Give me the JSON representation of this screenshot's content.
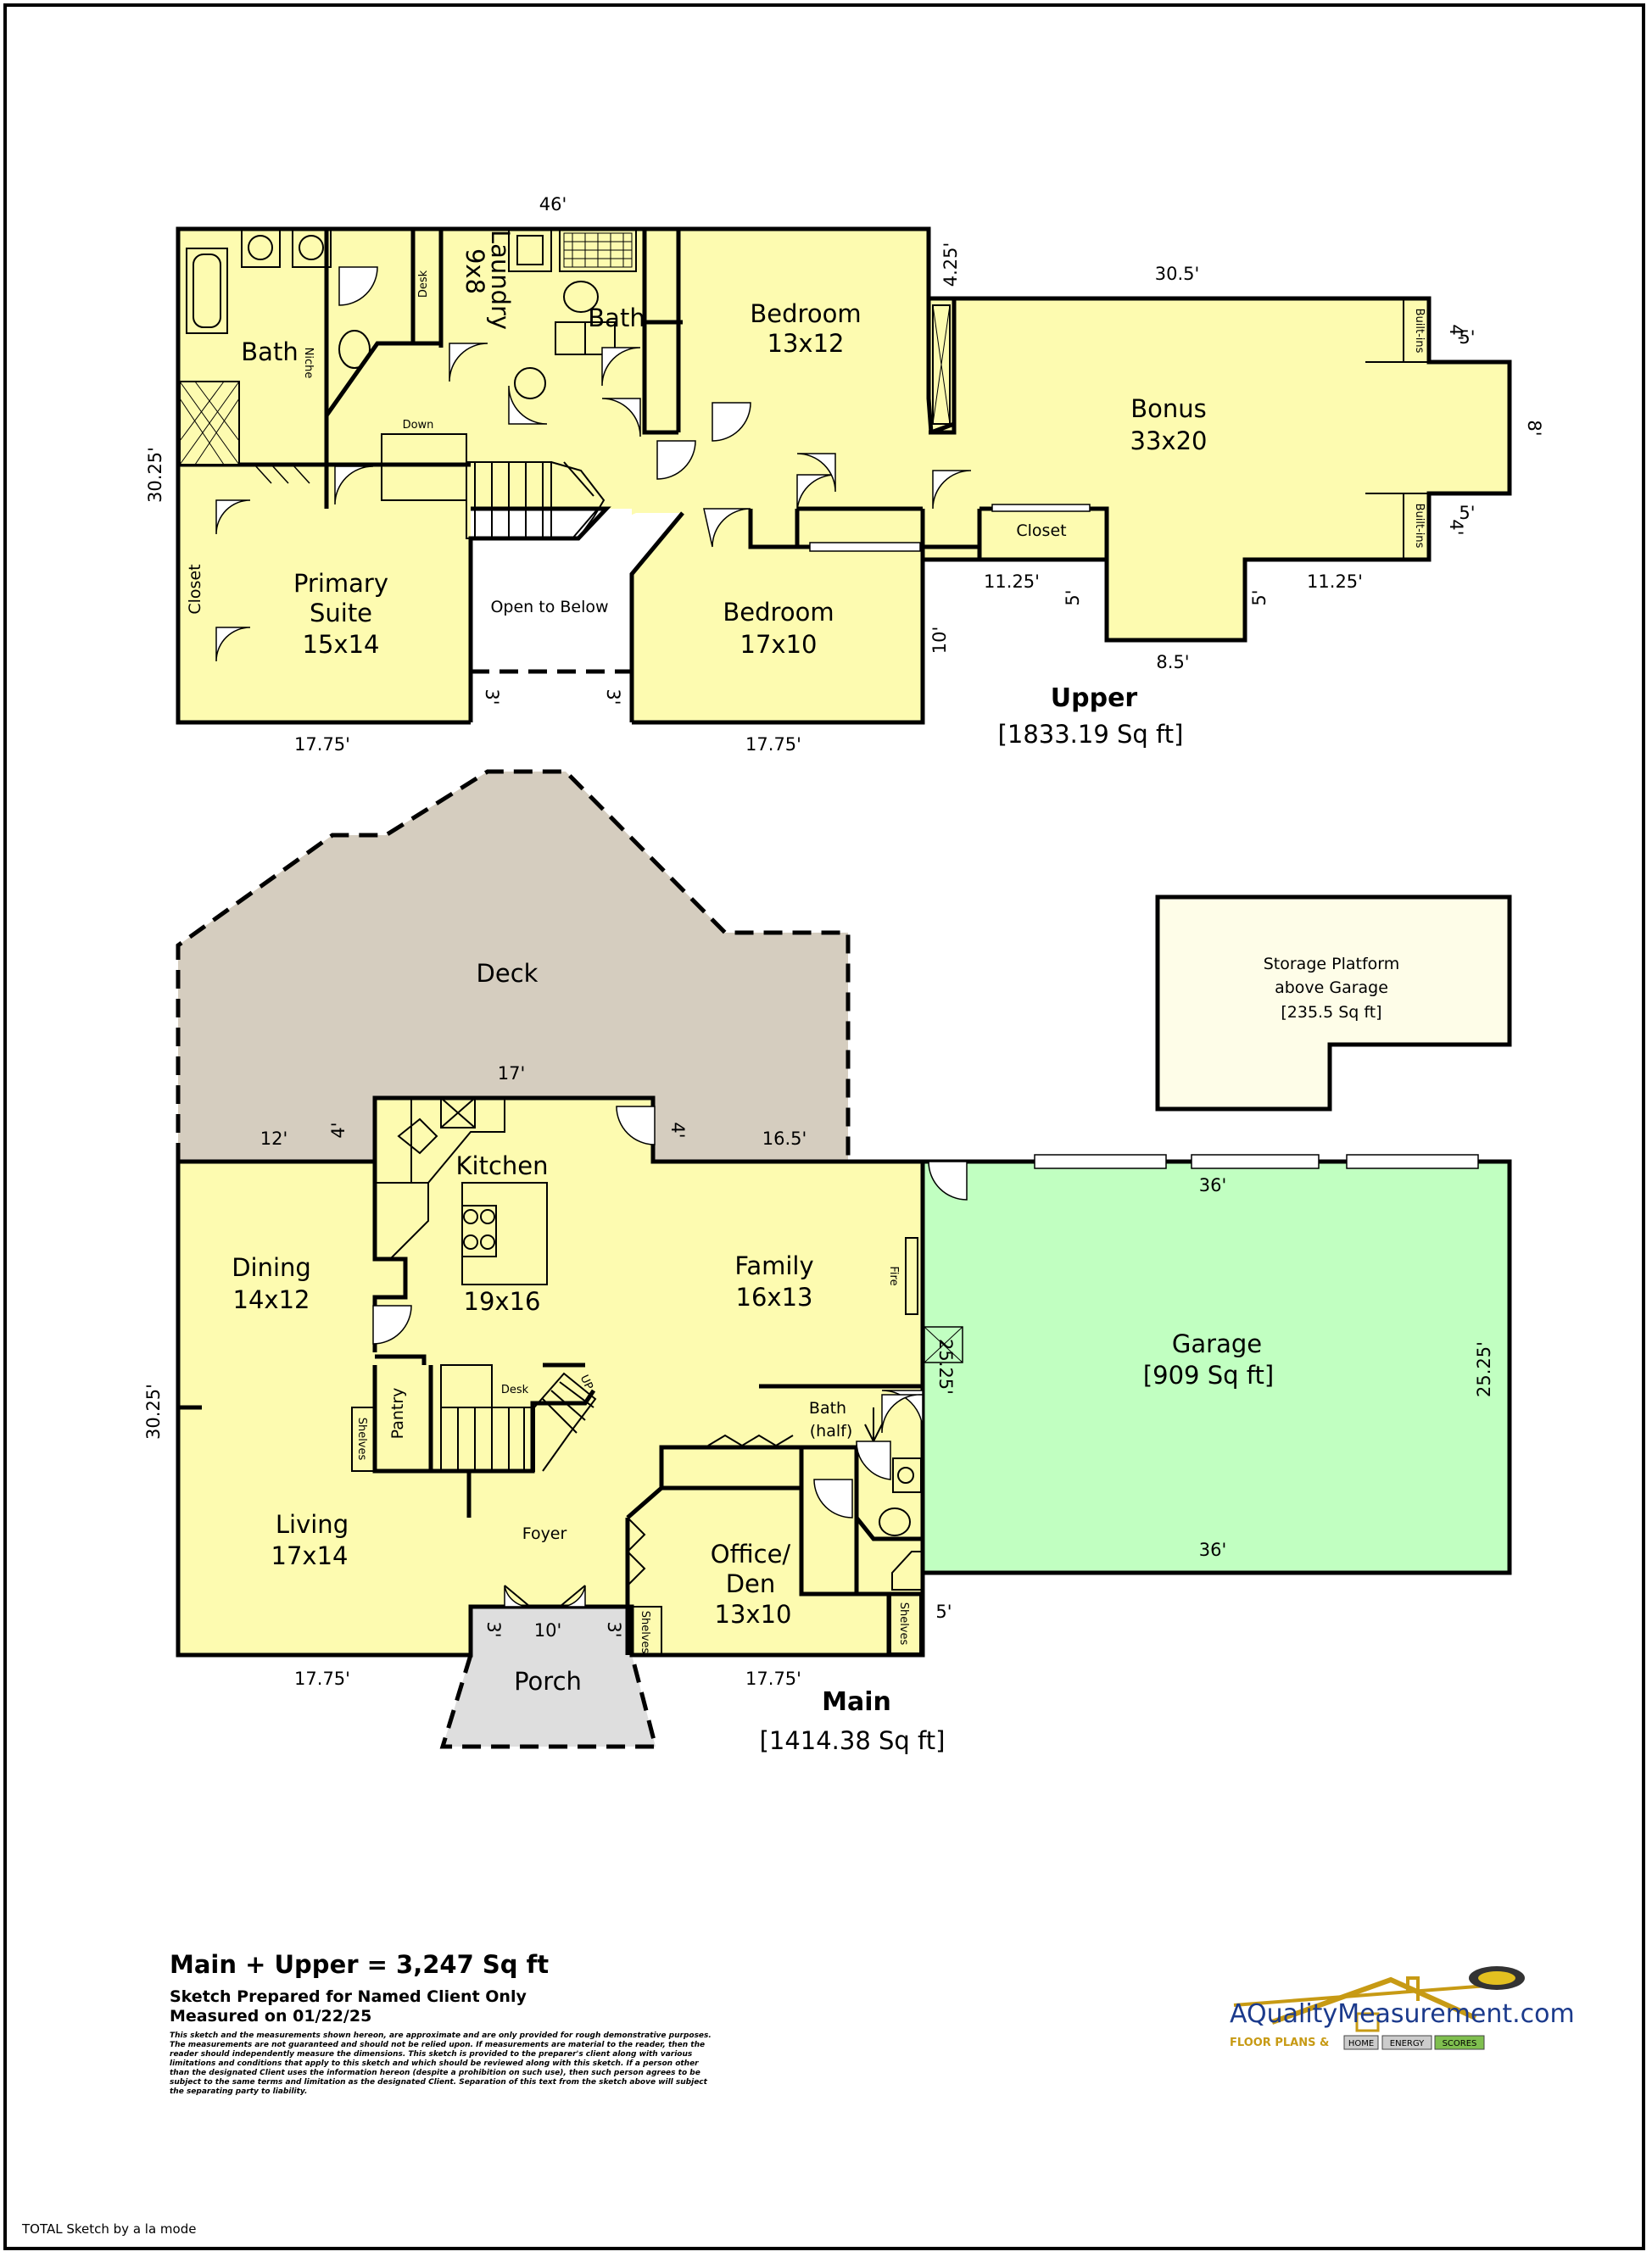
{
  "colors": {
    "floor": "#fdfbb0",
    "deck": "#d5cdbf",
    "garage": "#c1ffc1",
    "porch": "#dedede",
    "storage": "#fefde8",
    "brand_gold": "#c79a14",
    "brand_blue": "#1b3a8c"
  },
  "upper": {
    "title": "Upper",
    "area": "[1833.19 Sq ft]",
    "rooms": {
      "bath_primary": "Bath",
      "niche": "Niche",
      "desk": "Desk",
      "laundry_name": "Laundry",
      "laundry_size": "9x8",
      "bath_hall": "Bath",
      "bedroom1_name": "Bedroom",
      "bedroom1_size": "13x12",
      "bonus_name": "Bonus",
      "bonus_size": "33x20",
      "builtins_top": "Built-ins",
      "builtins_bottom": "Built-ins",
      "closet_right": "Closet",
      "down": "Down",
      "closet_left": "Closet",
      "primary_line1": "Primary",
      "primary_line2": "Suite",
      "primary_size": "15x14",
      "open_to_below": "Open to Below",
      "bedroom2_name": "Bedroom",
      "bedroom2_size": "17x10"
    },
    "dims": {
      "top": "46'",
      "notch_h": "4.25'",
      "bonus_top": "30.5'",
      "bump_4": "4'",
      "bump_5": "5'",
      "bump_8": "8'",
      "bump_4b": "4'",
      "bump_5b": "5'",
      "left": "30.25'",
      "bottom_left": "17.75'",
      "bottom_right": "17.75'",
      "gap_3a": "3'",
      "gap_3b": "3'",
      "bed_right": "10'",
      "bonus_bl": "11.25'",
      "bonus_br": "11.25'",
      "step_5a": "5'",
      "step_5b": "5'",
      "bonus_bottom": "8.5'"
    }
  },
  "main": {
    "title": "Main",
    "area": "[1414.38 Sq ft]",
    "rooms": {
      "deck": "Deck",
      "kitchen_name": "Kitchen",
      "kitchen_size": "19x16",
      "dining_name": "Dining",
      "dining_size": "14x12",
      "family_name": "Family",
      "family_size": "16x13",
      "fire": "Fire",
      "pantry": "Pantry",
      "shelves_left": "Shelves",
      "desk": "Desk",
      "up": "UP",
      "bath_line1": "Bath",
      "bath_line2": "(half)",
      "living_name": "Living",
      "living_size": "17x14",
      "foyer": "Foyer",
      "office_line1": "Office/",
      "office_line2": "Den",
      "office_size": "13x10",
      "shelves_office": "Shelves",
      "shelves_foyer": "Shelves",
      "porch": "Porch"
    },
    "dims": {
      "deck_17": "17'",
      "deck_12": "12'",
      "deck_4a": "4'",
      "deck_4b": "4'",
      "deck_16_5": "16.5'",
      "left": "30.25'",
      "bottom_left": "17.75'",
      "bottom_right": "17.75'",
      "porch_10": "10'",
      "porch_3a": "3'",
      "porch_3b": "3'",
      "office_5": "5'"
    }
  },
  "garage": {
    "name": "Garage",
    "area": "[909 Sq ft]",
    "top": "36'",
    "bottom": "36'",
    "left": "25.25'",
    "right": "25.25'"
  },
  "storage": {
    "line1": "Storage Platform",
    "line2": "above Garage",
    "line3": "[235.5 Sq ft]"
  },
  "summary": {
    "total": "Main + Upper = 3,247 Sq ft",
    "prepared": "Sketch Prepared for Named Client Only",
    "measured": "Measured on 01/22/25",
    "disclaimer": "This sketch and the measurements shown hereon, are approximate and are only provided for rough demonstrative purposes. The measurements are not guaranteed and should not be relied upon. If measurements are material to the reader, then the reader should independently measure the dimensions. This sketch is provided to the preparer's client along with various limitations and conditions that apply to this sketch and which should be reviewed along with this sketch. If a person other than the designated Client uses the information hereon (despite a prohibition on such use), then such person agrees to be subject to the same terms and limitation as the designated Client. Separation of this text from the sketch above will subject the separating party to liability."
  },
  "logo": {
    "name": "AQualityMeasurement.com",
    "tagline1": "FLOOR PLANS &",
    "tagline2": "HOME",
    "tagline3": "ENERGY",
    "tagline4": "SCORES"
  },
  "credit": "TOTAL Sketch by a la mode"
}
